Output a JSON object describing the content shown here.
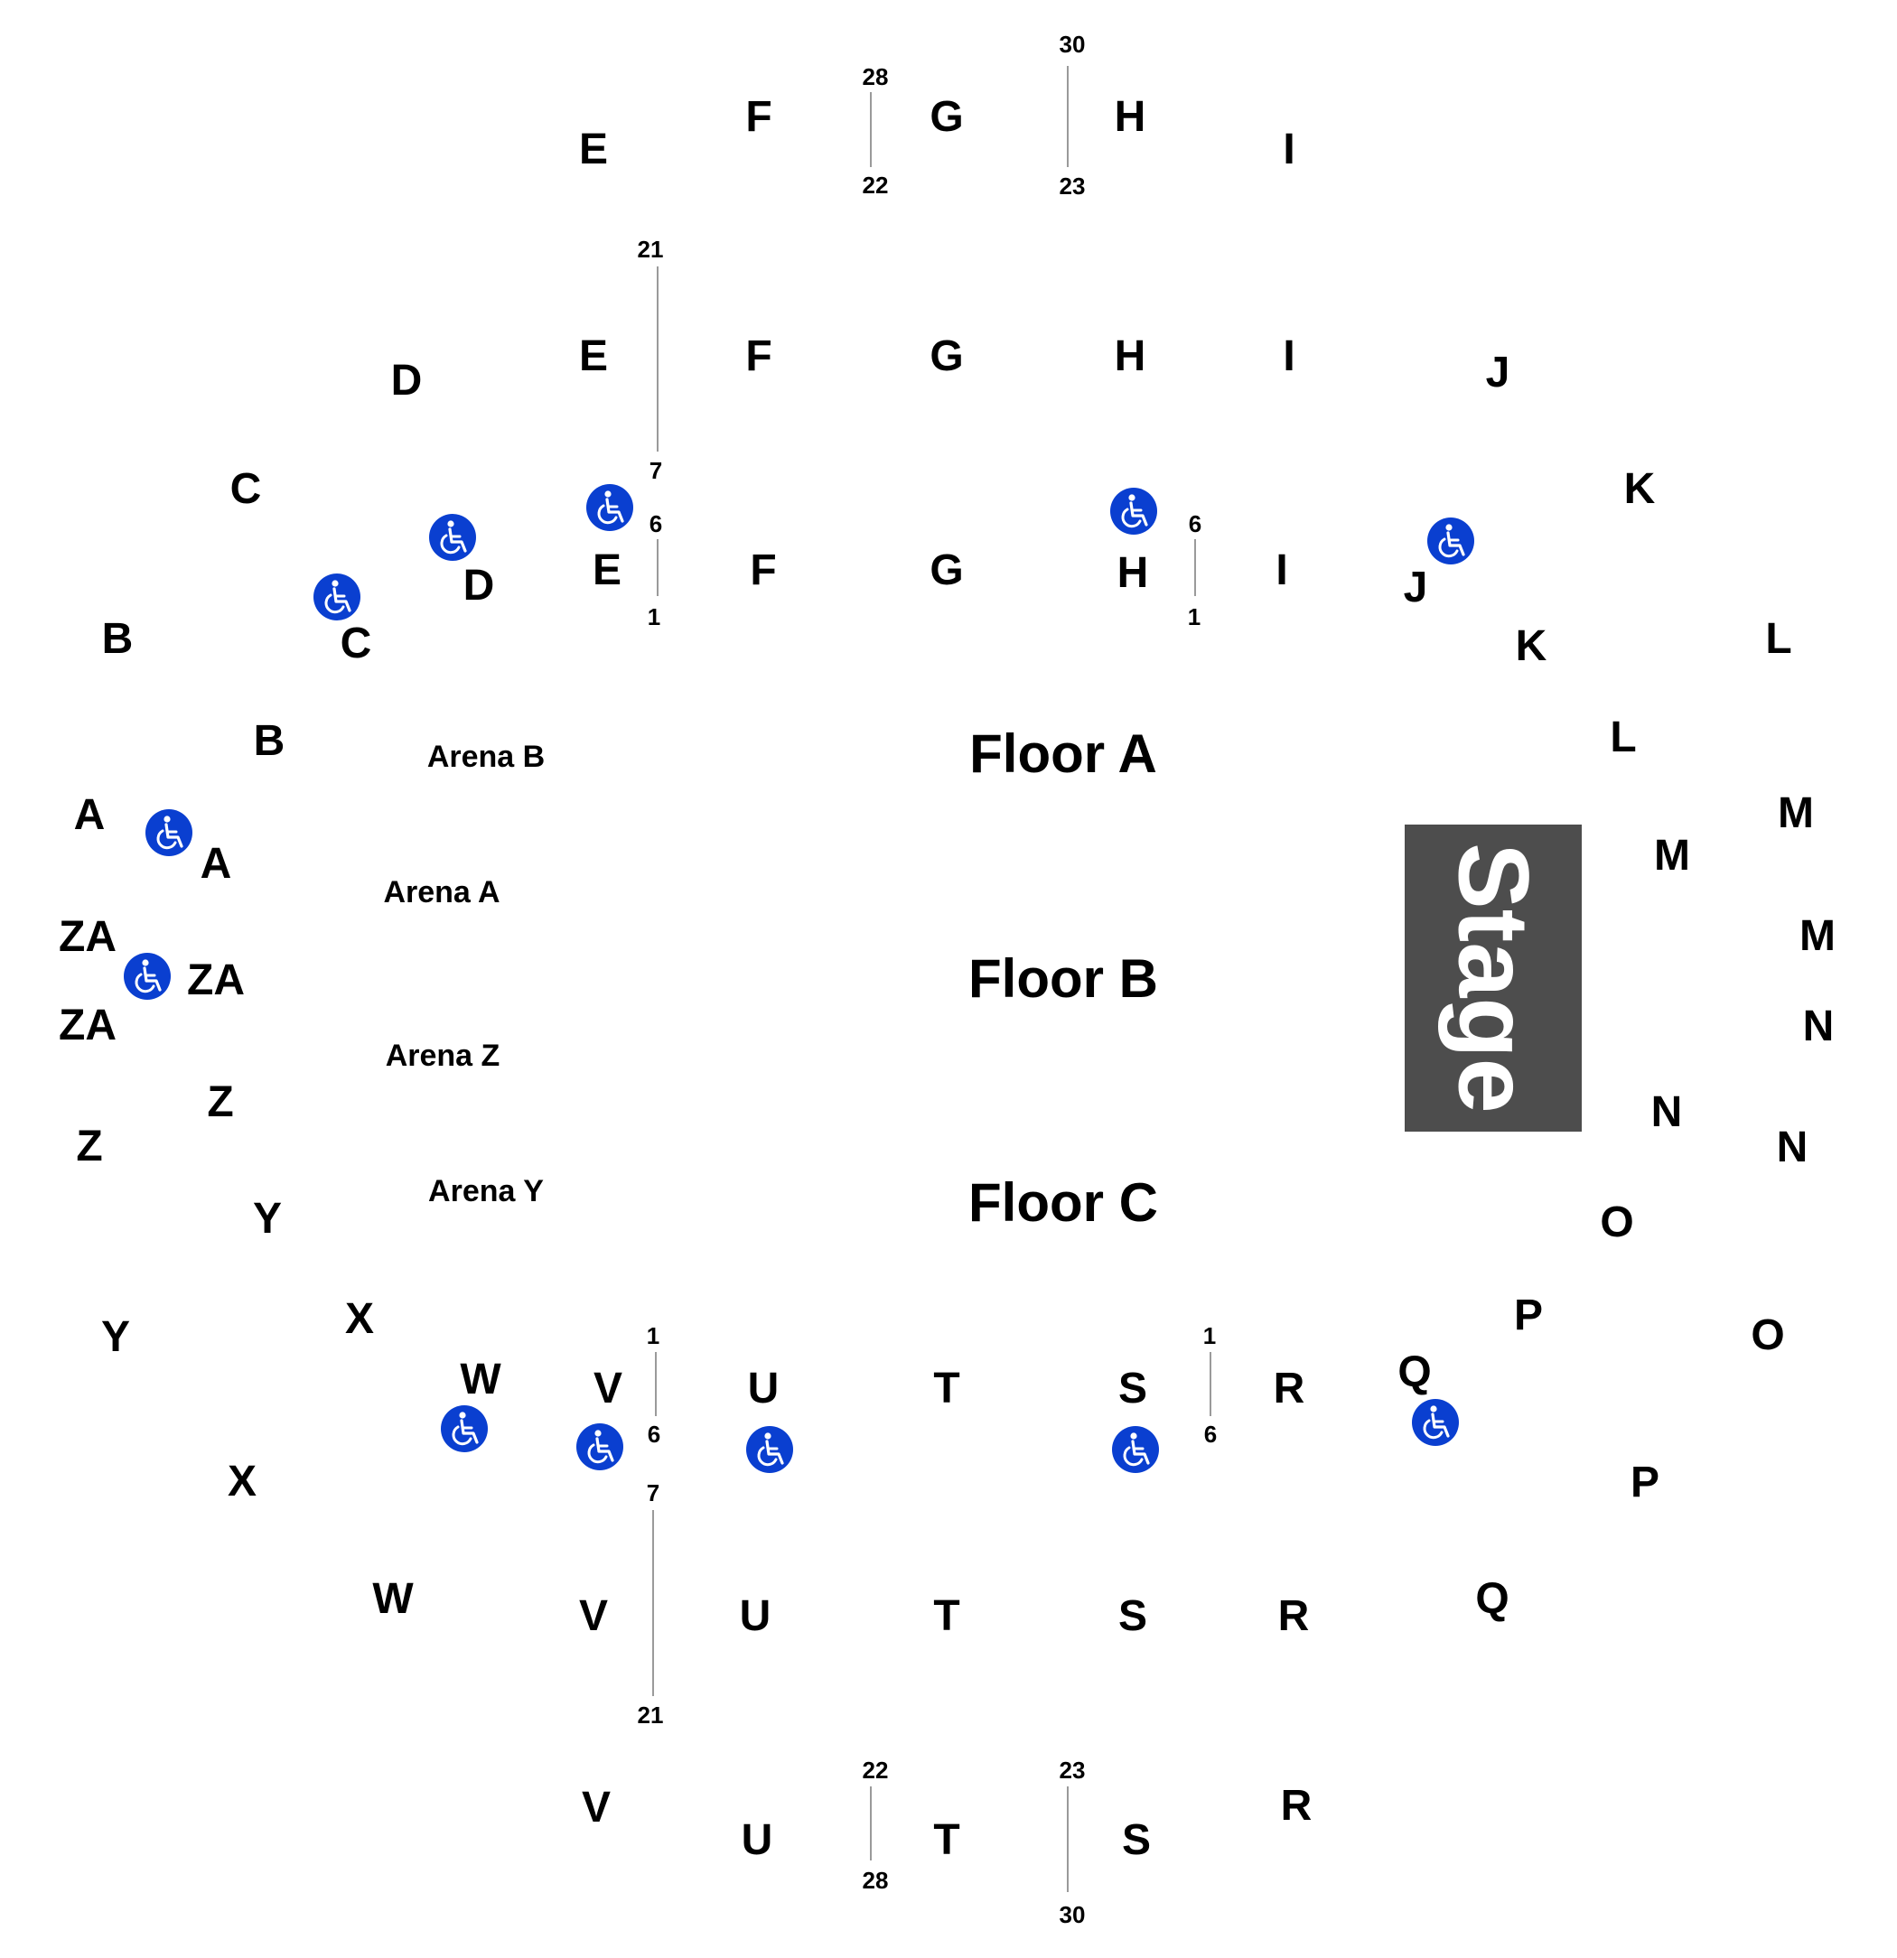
{
  "stage": {
    "label": "Stage",
    "fill": "#4d4d4d"
  },
  "colors": {
    "wheelchair": "#0a3fd0",
    "line": "#9a9a9a",
    "text": "#000000"
  },
  "floors": [
    {
      "id": "floor-a",
      "label": "Floor A"
    },
    {
      "id": "floor-b",
      "label": "Floor B"
    },
    {
      "id": "floor-c",
      "label": "Floor C"
    }
  ],
  "arenas": [
    {
      "id": "arena-b",
      "label": "Arena B"
    },
    {
      "id": "arena-a",
      "label": "Arena A"
    },
    {
      "id": "arena-z",
      "label": "Arena Z"
    },
    {
      "id": "arena-y",
      "label": "Arena Y"
    }
  ],
  "sections": [
    "E",
    "F",
    "G",
    "H",
    "I",
    "E",
    "F",
    "G",
    "H",
    "I",
    "J",
    "D",
    "C",
    "K",
    "D",
    "E",
    "F",
    "G",
    "H",
    "I",
    "J",
    "B",
    "C",
    "K",
    "L",
    "B",
    "L",
    "A",
    "A",
    "M",
    "M",
    "ZA",
    "ZA",
    "M",
    "ZA",
    "N",
    "Z",
    "Z",
    "N",
    "N",
    "Y",
    "O",
    "Y",
    "X",
    "P",
    "O",
    "W",
    "V",
    "U",
    "T",
    "S",
    "R",
    "Q",
    "X",
    "P",
    "W",
    "V",
    "U",
    "T",
    "S",
    "R",
    "Q",
    "V",
    "U",
    "T",
    "S",
    "R"
  ],
  "seat_numbers": [
    "28",
    "22",
    "30",
    "23",
    "21",
    "7",
    "6",
    "1",
    "6",
    "1",
    "1",
    "6",
    "1",
    "6",
    "7",
    "21",
    "22",
    "28",
    "23",
    "30"
  ],
  "wheelchair_icon": "wheelchair-accessible-icon"
}
